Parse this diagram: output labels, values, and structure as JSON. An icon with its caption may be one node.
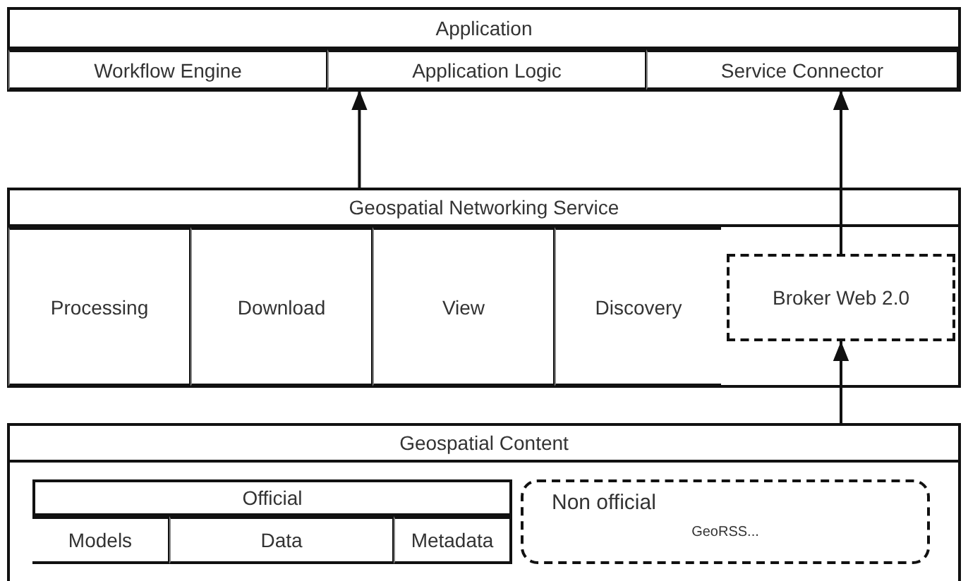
{
  "diagram": {
    "nodes": [
      {
        "text": [
          "Application"
        ]
      },
      {
        "text": [
          "Workflow Engine"
        ],
        "in": 0
      },
      {
        "text": [
          "Application Logic"
        ],
        "in": 0
      },
      {
        "text": [
          "Service Connector"
        ],
        "in": 0
      },
      {
        "text": [
          "Geospatial Networking Service"
        ]
      },
      {
        "text": [
          "Processing"
        ],
        "in": 4
      },
      {
        "text": [
          "Download"
        ],
        "in": 4
      },
      {
        "text": [
          "View"
        ],
        "in": 4
      },
      {
        "text": [
          "Discovery"
        ],
        "in": 4
      },
      {
        "text": [
          "Broker Web 2.0"
        ],
        "in": 4
      },
      {
        "text": [
          "Geospatial Content"
        ]
      },
      {
        "text": [
          "Official"
        ],
        "in": 10
      },
      {
        "text": [
          "Models"
        ],
        "in": 11
      },
      {
        "text": [
          "Data"
        ],
        "in": 11
      },
      {
        "text": [
          "Metadata"
        ],
        "in": 11
      },
      {
        "text": [
          "Non official",
          "GeoRSS..."
        ],
        "in": 10
      }
    ],
    "edges": [
      {
        "from": 4,
        "to": 2,
        "arrow": "to"
      },
      {
        "from": 9,
        "to": 3,
        "arrow": "to"
      },
      {
        "from": 10,
        "to": 9,
        "arrow": "to"
      }
    ]
  }
}
